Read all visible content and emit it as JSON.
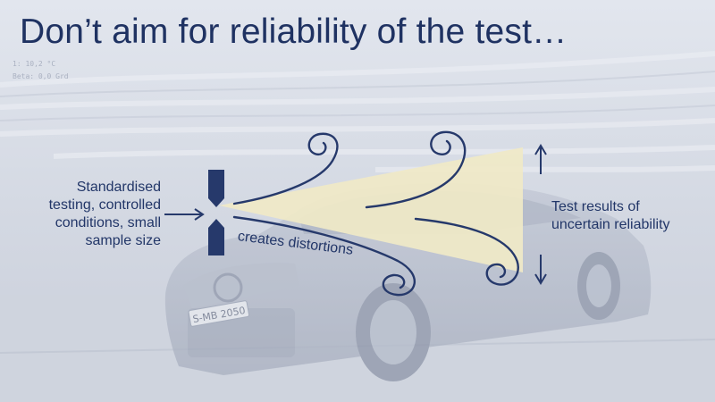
{
  "slide": {
    "title": "Don’t aim for reliability of the test…",
    "input_lines": [
      "Standardised",
      "testing, controlled",
      "conditions, small",
      "sample size"
    ],
    "process_label": "creates distortions",
    "output_lines": [
      "Test results of",
      "uncertain reliability"
    ],
    "background_readouts": [
      "1:  10,2 °C",
      "Beta:  0,0 Grd"
    ],
    "license_plate": "S-MB 2050"
  },
  "colors": {
    "navy": "#26396b",
    "text": "#223668",
    "beam": "#f0e9c7",
    "background": "#d4d9e3"
  }
}
